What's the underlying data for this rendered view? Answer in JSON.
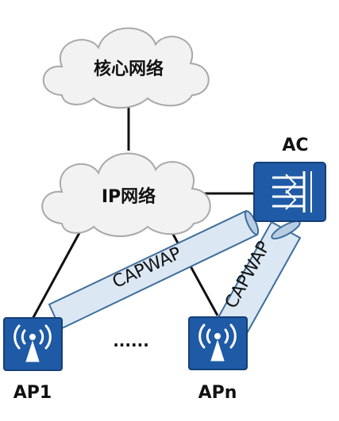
{
  "nodes": {
    "core_network": {
      "label": "核心网络"
    },
    "ip_network": {
      "label": "IP网络"
    },
    "ac": {
      "label": "AC"
    },
    "ap1": {
      "label": "AP1"
    },
    "apn": {
      "label": "APn"
    }
  },
  "tunnels": {
    "ap1_to_ac": {
      "label": "CAPWAP"
    },
    "apn_to_ac": {
      "label": "CAPWAP"
    }
  },
  "ellipsis": {
    "label": "......"
  },
  "colors": {
    "device_fill": "#1f5aa6",
    "device_icon": "#ffffff",
    "tunnel_fill": "#dbe7f3",
    "tunnel_stroke": "#3d6e9b",
    "cloud_fill": "#f2f2f2",
    "cloud_stroke": "#a8a8a8",
    "link": "#111111",
    "text": "#111111"
  }
}
